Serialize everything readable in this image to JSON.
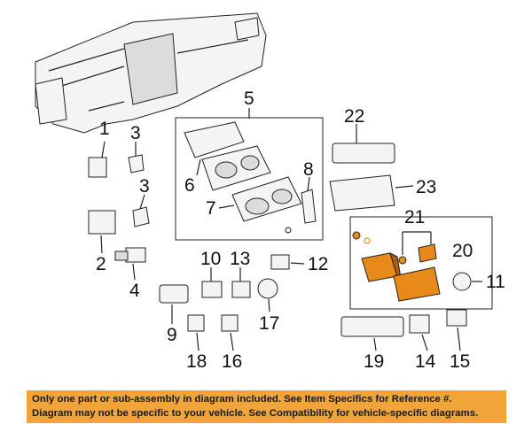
{
  "callouts": [
    "1",
    "2",
    "3",
    "3",
    "4",
    "5",
    "6",
    "7",
    "8",
    "9",
    "10",
    "11",
    "12",
    "13",
    "14",
    "15",
    "16",
    "17",
    "18",
    "19",
    "20",
    "21",
    "22",
    "23"
  ],
  "disclaimer": {
    "line1": "Only one part or sub-assembly in diagram included. See Item Specifics for Reference #.",
    "line2": "Diagram may not be specific to your vehicle. See Compatibility for vehicle-specific diagrams."
  },
  "colors": {
    "highlight": "#e88a1a",
    "banner": "#f0a43a"
  }
}
